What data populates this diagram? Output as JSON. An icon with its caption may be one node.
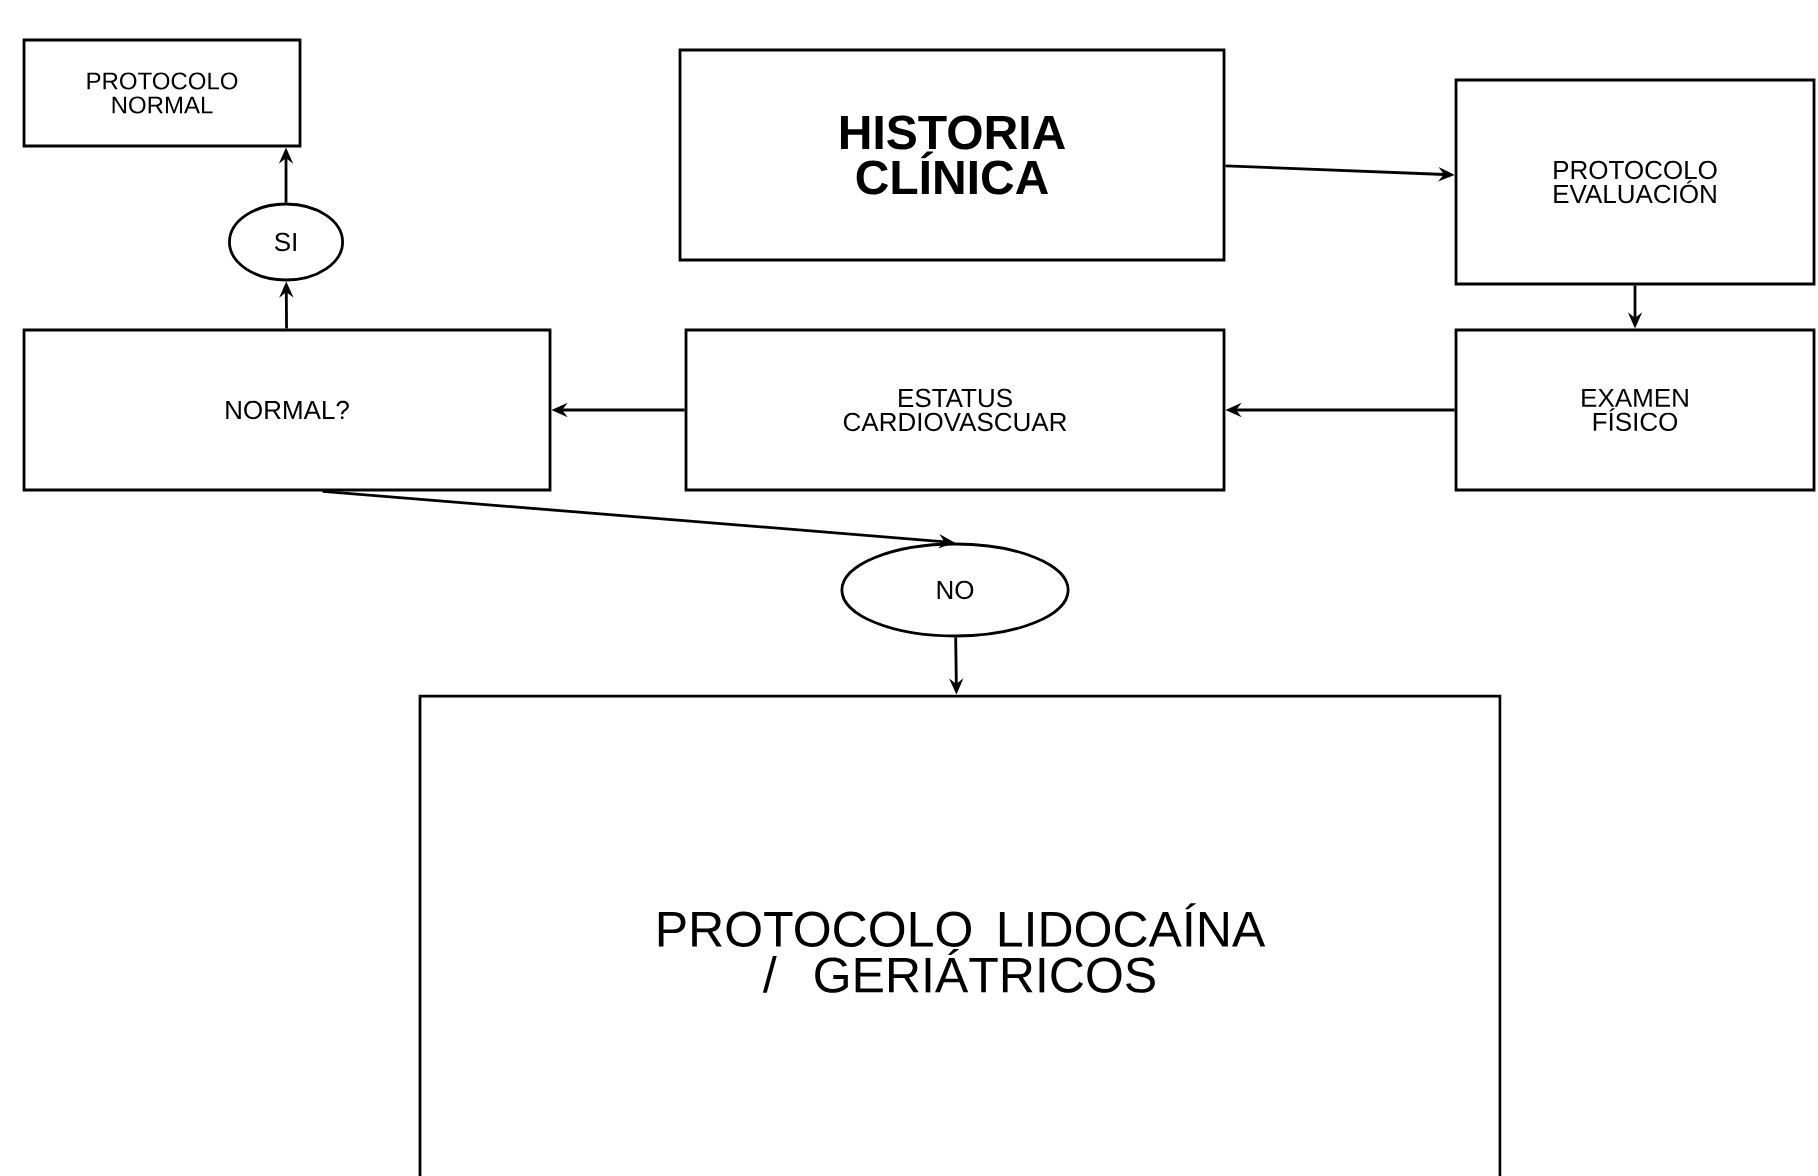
{
  "diagram": {
    "nodes": [
      {
        "text": [
          "PROTOCOLO NORMAL"
        ]
      },
      {
        "text": [
          "**HISTORIA CLÍNICA**"
        ]
      },
      {
        "text": [
          "PROTOCOLO EVALUACIÓN"
        ]
      },
      {
        "text": [
          "SI"
        ]
      },
      {
        "text": [
          "NORMAL?"
        ]
      },
      {
        "text": [
          "ESTATUS CARDIOVASCUAR"
        ]
      },
      {
        "text": [
          "EXAMEN FÍSICO"
        ]
      },
      {
        "text": [
          "NO"
        ]
      },
      {
        "text": [
          "PROTOCOLO LIDOCAÍNA / GERIÁTRICOS"
        ]
      }
    ],
    "edges": [
      {
        "from": 1,
        "to": 2,
        "arrow": "to"
      },
      {
        "from": 2,
        "to": 6,
        "arrow": "to"
      },
      {
        "from": 6,
        "to": 5,
        "arrow": "to"
      },
      {
        "from": 5,
        "to": 4,
        "arrow": "to"
      },
      {
        "from": 4,
        "to": 3,
        "arrow": "to"
      },
      {
        "from": 3,
        "to": 0,
        "arrow": "to"
      },
      {
        "from": 4,
        "to": 7,
        "arrow": "to"
      },
      {
        "from": 7,
        "to": 8,
        "arrow": "to"
      }
    ]
  }
}
